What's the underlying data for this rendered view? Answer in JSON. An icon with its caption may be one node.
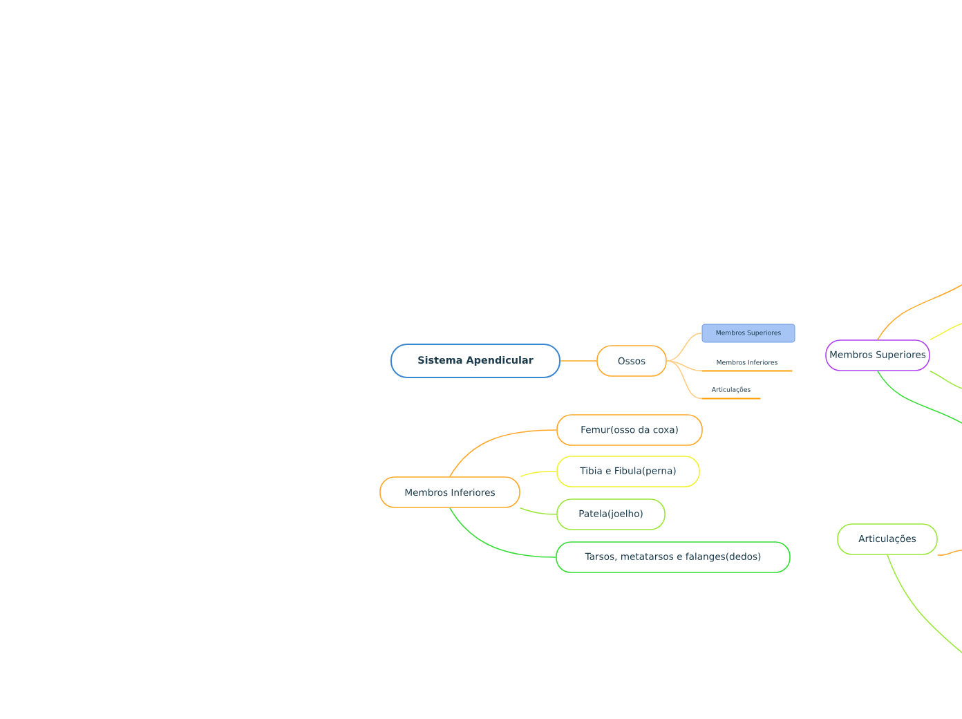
{
  "diagram": {
    "nodes": [
      {
        "text": [
          "Sistema Apendicular"
        ]
      },
      {
        "text": [
          "Ossos"
        ]
      },
      {
        "text": [
          "Membros Superiores"
        ]
      },
      {
        "text": [
          "Membros Inferiores"
        ]
      },
      {
        "text": [
          "Articulações"
        ]
      },
      {
        "text": [
          "Membros Superiores"
        ]
      },
      {
        "text": [
          "Membros Inferiores"
        ]
      },
      {
        "text": [
          "Femur(osso da coxa)"
        ]
      },
      {
        "text": [
          "Tibia e Fibula(perna)"
        ]
      },
      {
        "text": [
          "Patela(joelho)"
        ]
      },
      {
        "text": [
          "Tarsos, metatarsos e falanges(dedos)"
        ]
      },
      {
        "text": [
          "Articulações"
        ]
      }
    ],
    "edges": [
      {
        "from": 0,
        "to": 1,
        "arrow": "none",
        "color": "#ffa726"
      },
      {
        "from": 1,
        "to": 2,
        "arrow": "none",
        "color": "#ffcc80"
      },
      {
        "from": 1,
        "to": 3,
        "arrow": "none",
        "color": "#ffcc80"
      },
      {
        "from": 1,
        "to": 4,
        "arrow": "none",
        "color": "#ffcc80"
      },
      {
        "from": 6,
        "to": 7,
        "arrow": "none",
        "color": "#ffa726"
      },
      {
        "from": 6,
        "to": 8,
        "arrow": "none",
        "color": "#f2f230"
      },
      {
        "from": 6,
        "to": 9,
        "arrow": "none",
        "color": "#9be83a"
      },
      {
        "from": 6,
        "to": 10,
        "arrow": "none",
        "color": "#33dd33"
      },
      {
        "from": 5,
        "to": null,
        "arrow": "none",
        "color": "#ffa726"
      },
      {
        "from": 5,
        "to": null,
        "arrow": "none",
        "color": "#f2f230"
      },
      {
        "from": 5,
        "to": null,
        "arrow": "none",
        "color": "#9be83a"
      },
      {
        "from": 5,
        "to": null,
        "arrow": "none",
        "color": "#33dd33"
      },
      {
        "from": 11,
        "to": null,
        "arrow": "none",
        "color": "#ffa726"
      },
      {
        "from": 11,
        "to": null,
        "arrow": "none",
        "color": "#9be83a"
      }
    ]
  }
}
